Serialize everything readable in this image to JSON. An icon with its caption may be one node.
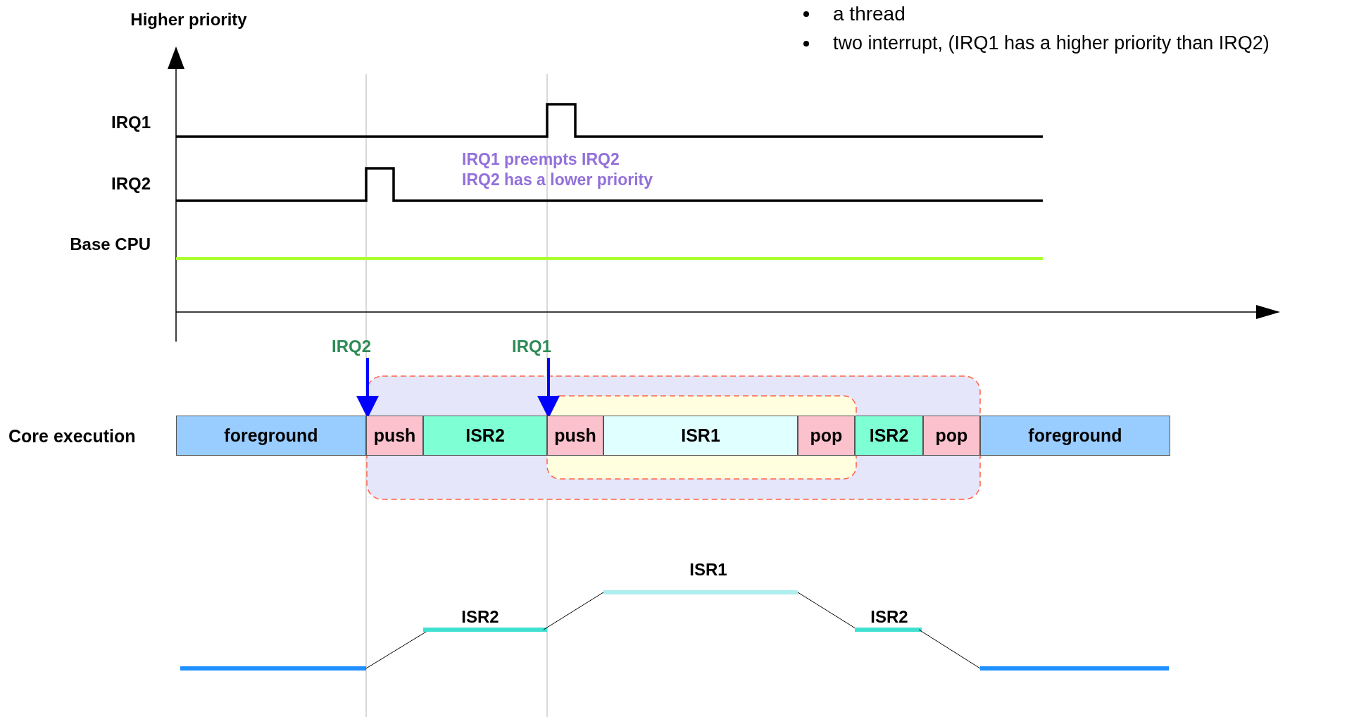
{
  "diagram": {
    "nodes": [
      {
        "text": [
          "IRQ2"
        ]
      },
      {
        "text": [
          "IRQ1"
        ]
      },
      {
        "text": [
          "foreground"
        ]
      },
      {
        "text": [
          "push"
        ]
      },
      {
        "text": [
          "ISR2"
        ]
      },
      {
        "text": [
          "push"
        ]
      },
      {
        "text": [
          "ISR1"
        ]
      },
      {
        "text": [
          "pop"
        ]
      },
      {
        "text": [
          "ISR2"
        ]
      },
      {
        "text": [
          "pop"
        ]
      },
      {
        "text": [
          "foreground"
        ]
      }
    ],
    "edges": [
      {
        "from": 0,
        "to": 3,
        "arrow": "to"
      },
      {
        "from": 1,
        "to": 5,
        "arrow": "to"
      }
    ],
    "labels": [
      "a thread",
      "two interrupt, (IRQ1 has a higher priority than IRQ2)",
      "Higher priority",
      "IRQ1",
      "IRQ1 preempts IRQ2",
      "IRQ2 has a lower priority",
      "IRQ2",
      "Base CPU",
      "Core execution",
      "ISR1",
      "ISR2",
      "ISR2"
    ]
  }
}
